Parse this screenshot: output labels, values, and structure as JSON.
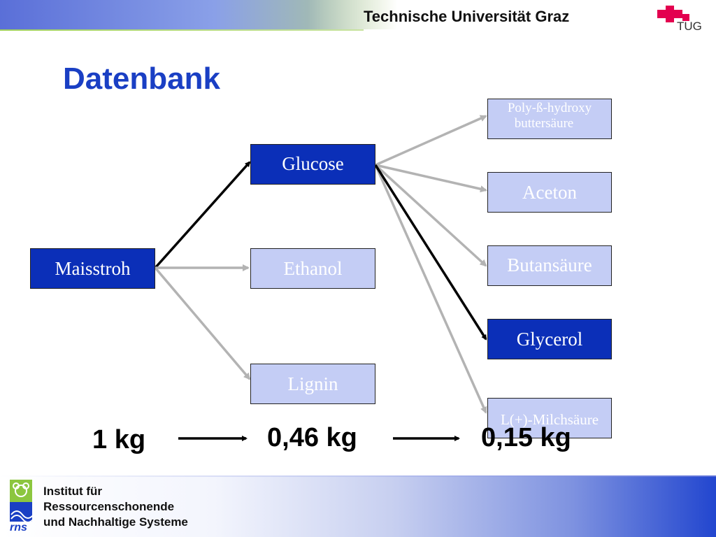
{
  "header": {
    "university": "Technische Universität Graz",
    "logo_text": "TUG"
  },
  "slide": {
    "title": "Datenbank"
  },
  "nodes": {
    "maisstroh": "Maisstroh",
    "glucose": "Glucose",
    "ethanol": "Ethanol",
    "lignin": "Lignin",
    "phb_line1": "Poly-ß-hydroxy",
    "phb_line2": "buttersäure",
    "aceton": "Aceton",
    "butansaeure": "Butansäure",
    "glycerol": "Glycerol",
    "milchsaeure": "L(+)-Milchsäure"
  },
  "masses": {
    "m1": "1 kg",
    "m2": "0,46 kg",
    "m3": "0,15 kg"
  },
  "footer": {
    "line1": "Institut für",
    "line2": "Ressourcenschonende",
    "line3": "und Nachhaltige Systeme",
    "logo_text": "rns"
  },
  "colors": {
    "title_blue": "#1a3fc4",
    "node_dark": "#0b2fb8",
    "node_light": "#c4cdf5",
    "arrow_active": "#000000",
    "arrow_inactive": "#b3b3b3"
  }
}
